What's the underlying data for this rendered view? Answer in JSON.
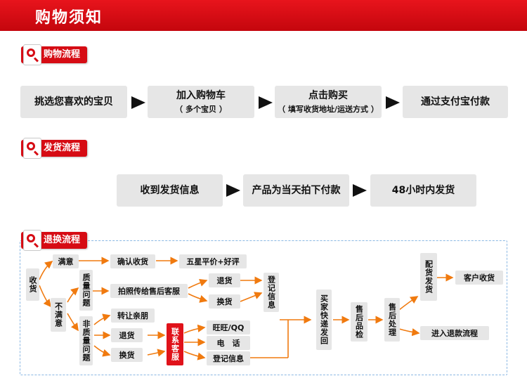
{
  "header": {
    "title": "购物须知"
  },
  "sections": {
    "shopping": {
      "label": "购物流程"
    },
    "shipping": {
      "label": "发货流程"
    },
    "returns": {
      "label": "退换流程"
    }
  },
  "shopping_steps": [
    {
      "main": "挑选您喜欢的宝贝",
      "sub": ""
    },
    {
      "main": "加入购物车",
      "sub": "（ 多个宝贝 ）"
    },
    {
      "main": "点击购买",
      "sub": "（ 填写收货地址/运送方式 ）"
    },
    {
      "main": "通过支付宝付款",
      "sub": ""
    }
  ],
  "shipping_steps": [
    {
      "main": "收到发货信息"
    },
    {
      "main": "产品为当天拍下付款"
    },
    {
      "main": "48小时内发货"
    }
  ],
  "returns_flow": {
    "receive": "收货",
    "satisfied": "满意",
    "confirm_receipt": "确认收货",
    "five_star": "五星平价+好评",
    "unsatisfied": "不满意",
    "quality_issue": "质量问题",
    "photo_to_service": "拍照传给售后客服",
    "return_a": "退货",
    "exchange_a": "换货",
    "register_info": "登记信息",
    "non_quality_issue": "非质量问题",
    "transfer_friends": "转让亲朋",
    "return_b": "退货",
    "exchange_b": "换货",
    "contact_service": "联系客服",
    "wangwang_qq": "旺旺/QQ",
    "phone": "电　话",
    "register_info_b": "登记信息",
    "buyer_express": "买家快递发回",
    "after_sale_check": "售后品检",
    "after_sale_handle": "售后处理",
    "reship": "配货发货",
    "customer_receipt": "客户收货",
    "refund_flow": "进入退款流程"
  },
  "colors": {
    "banner_red": "#d60c14",
    "arrow_orange": "#f07a0f",
    "box_gray": "#e6e6e6",
    "panel_border": "#8ab7e3"
  }
}
